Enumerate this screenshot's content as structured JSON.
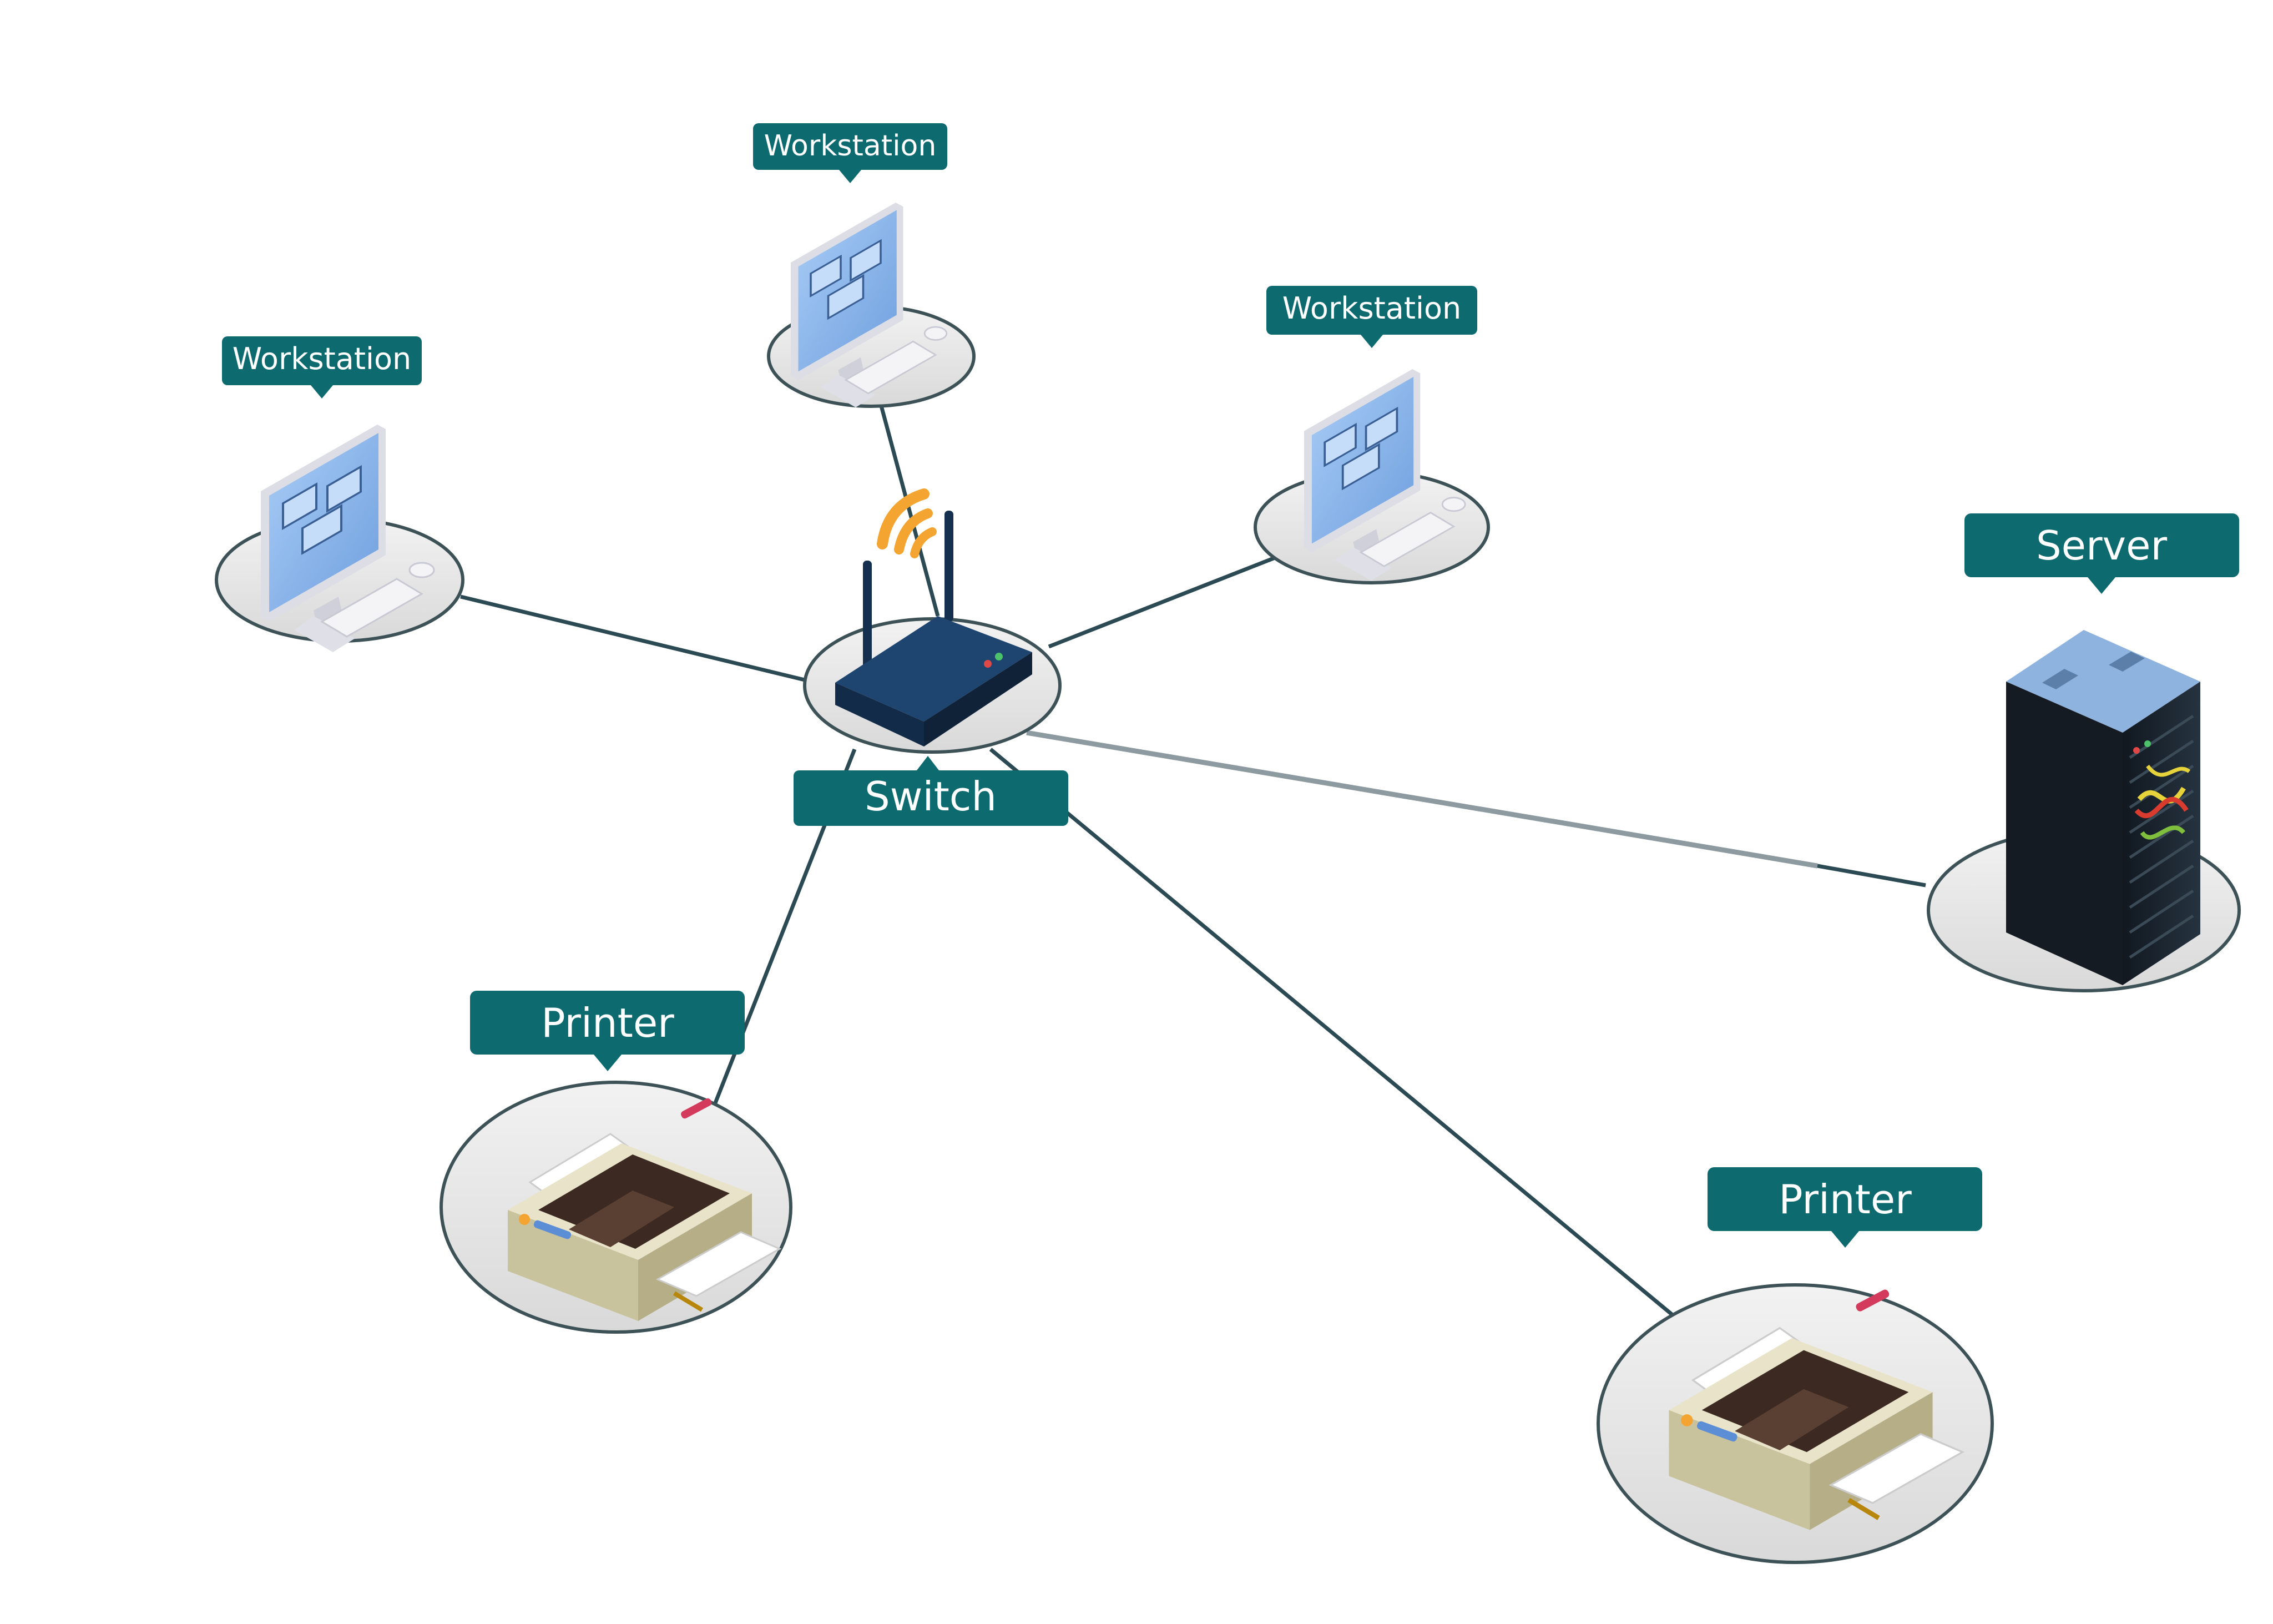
{
  "diagram": {
    "nodes": {
      "switch": {
        "label": "Switch",
        "icon": "router-icon"
      },
      "workstation_left": {
        "label": "Workstation",
        "icon": "desktop-computer-icon"
      },
      "workstation_top": {
        "label": "Workstation",
        "icon": "desktop-computer-icon"
      },
      "workstation_right": {
        "label": "Workstation",
        "icon": "desktop-computer-icon"
      },
      "server": {
        "label": "Server",
        "icon": "server-rack-icon"
      },
      "printer_left": {
        "label": "Printer",
        "icon": "printer-icon"
      },
      "printer_right": {
        "label": "Printer",
        "icon": "printer-icon"
      }
    },
    "connections": [
      {
        "from": "switch",
        "to": "workstation_left"
      },
      {
        "from": "switch",
        "to": "workstation_top"
      },
      {
        "from": "switch",
        "to": "workstation_right"
      },
      {
        "from": "switch",
        "to": "server"
      },
      {
        "from": "switch",
        "to": "printer_left"
      },
      {
        "from": "switch",
        "to": "printer_right"
      }
    ]
  },
  "colors": {
    "label_bg": "#0d6b70",
    "label_text": "#ffffff",
    "link": "#2b4a54",
    "pad_fill": "#e6e6e6",
    "pad_stroke": "#3d5257",
    "router_body": "#1b3a5c",
    "wifi": "#f4a531",
    "monitor_screen": "#8fb9ec",
    "server_body": "#1f2a33",
    "server_top": "#8eb3de",
    "printer_body": "#e9e4c9",
    "printer_lid": "#3c2a22"
  }
}
